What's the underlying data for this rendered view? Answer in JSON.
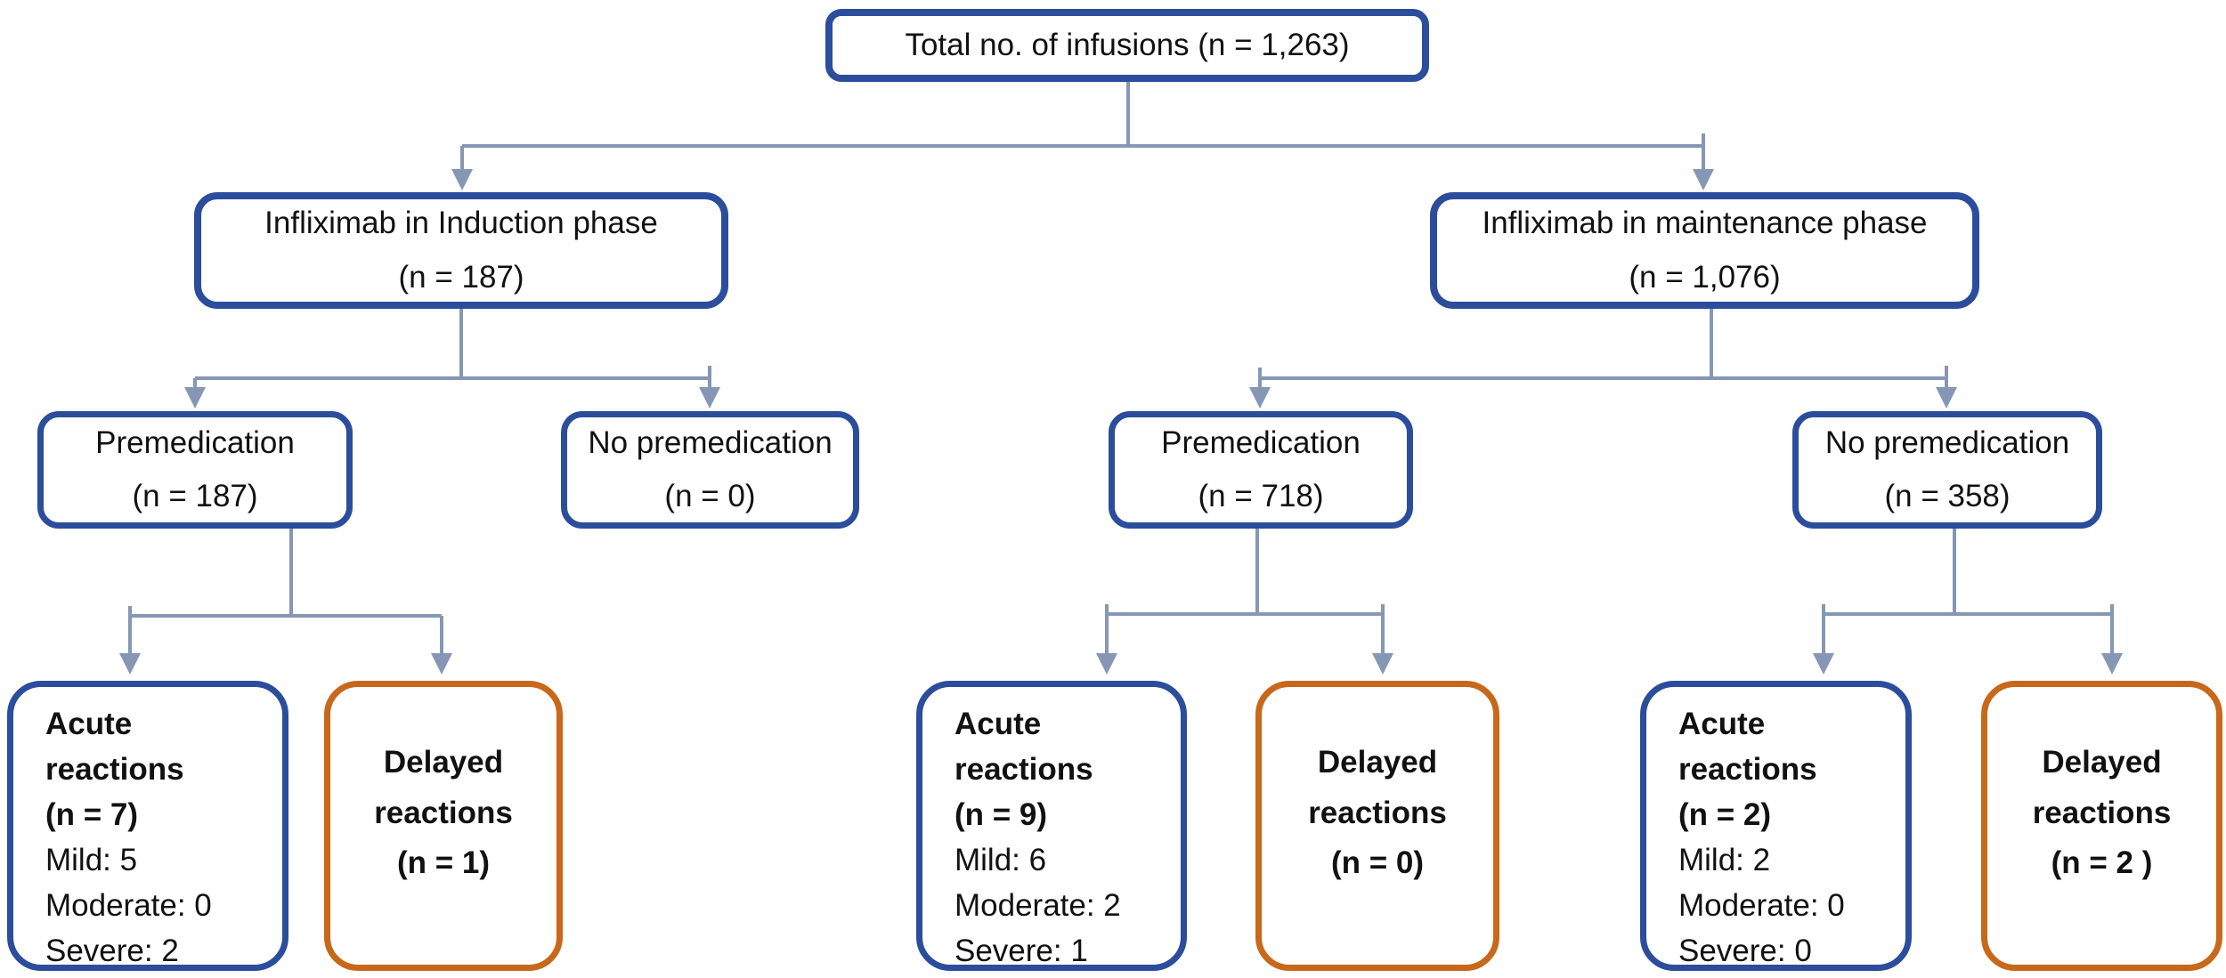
{
  "colors": {
    "border_blue": "#2b4d9b",
    "border_orange": "#c8681b",
    "connector": "#8697b6",
    "text": "#111111",
    "background": "#ffffff"
  },
  "flowchart": {
    "root": {
      "label": "Total no. of infusions (n = 1,263)"
    },
    "induction": {
      "label": "Infliximab in Induction phase",
      "count": "(n = 187)",
      "premedication": {
        "label": "Premedication",
        "count": "(n = 187)",
        "acute": {
          "title": [
            "Acute",
            "reactions",
            "(n = 7)"
          ],
          "severity": [
            "Mild: 5",
            "Moderate: 0",
            "Severe: 2"
          ]
        },
        "delayed": {
          "title": [
            "Delayed",
            "reactions",
            "(n = 1)"
          ]
        }
      },
      "no_premedication": {
        "label": "No premedication",
        "count": "(n = 0)"
      }
    },
    "maintenance": {
      "label": "Infliximab in maintenance phase",
      "count": "(n = 1,076)",
      "premedication": {
        "label": "Premedication",
        "count": "(n = 718)",
        "acute": {
          "title": [
            "Acute",
            "reactions",
            "(n = 9)"
          ],
          "severity": [
            "Mild: 6",
            "Moderate: 2",
            "Severe: 1"
          ]
        },
        "delayed": {
          "title": [
            "Delayed",
            "reactions",
            "(n = 0)"
          ]
        }
      },
      "no_premedication": {
        "label": "No premedication",
        "count": "(n = 358)",
        "acute": {
          "title": [
            "Acute",
            "reactions",
            "(n = 2)"
          ],
          "severity": [
            "Mild: 2",
            "Moderate: 0",
            "Severe: 0"
          ]
        },
        "delayed": {
          "title": [
            "Delayed",
            "reactions",
            "(n = 2 )"
          ]
        }
      }
    }
  }
}
